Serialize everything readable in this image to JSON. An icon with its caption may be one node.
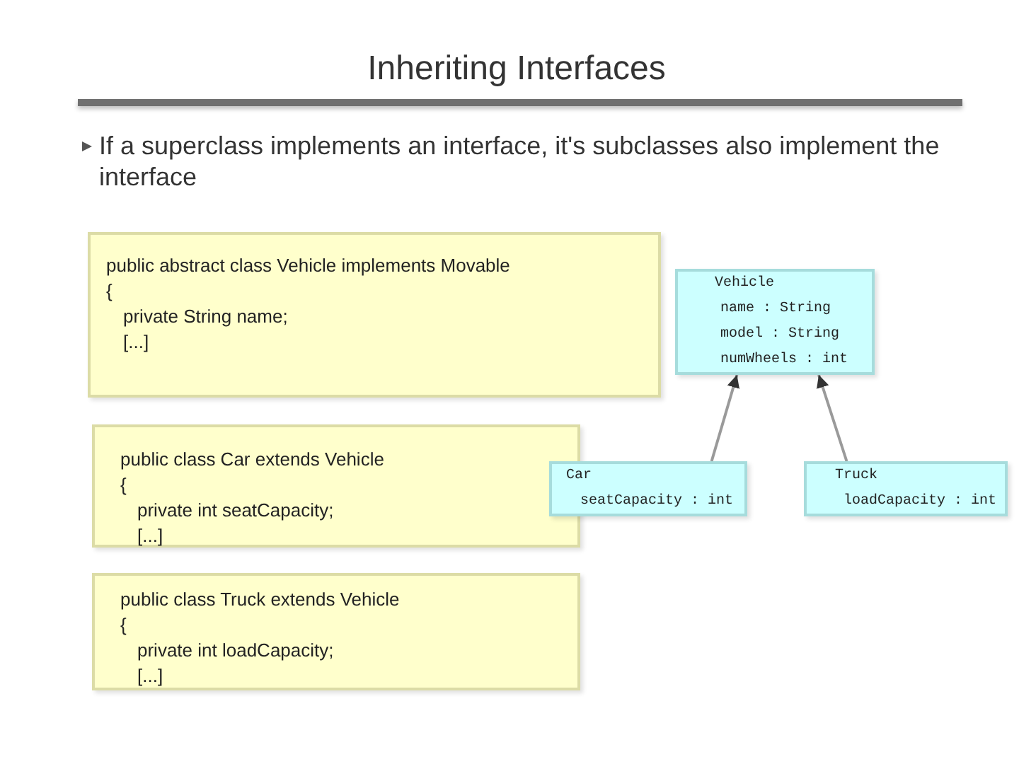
{
  "diagram": {
    "title": "Inheriting Interfaces",
    "nodes": [
      {
        "text": [
          "public abstract class Vehicle implements Movable",
          "{",
          "private String name;",
          "[...]"
        ]
      },
      {
        "text": [
          "public class Car extends Vehicle",
          "{",
          "private int seatCapacity;",
          "[...]"
        ]
      },
      {
        "text": [
          "public class Truck extends Vehicle",
          "{",
          "private int loadCapacity;",
          "[...]"
        ]
      },
      {
        "text": [
          "Vehicle",
          "name : String",
          "model : String",
          "numWheels : int"
        ]
      },
      {
        "text": [
          "Car",
          "seatCapacity : int"
        ]
      },
      {
        "text": [
          "Truck",
          "loadCapacity : int"
        ]
      }
    ],
    "edges": [
      {
        "from": 4,
        "to": 3,
        "arrow": "to"
      },
      {
        "from": 5,
        "to": 3,
        "arrow": "to"
      }
    ],
    "labels": [
      "If a superclass implements an interface, it's subclasses also implement the interface"
    ]
  }
}
